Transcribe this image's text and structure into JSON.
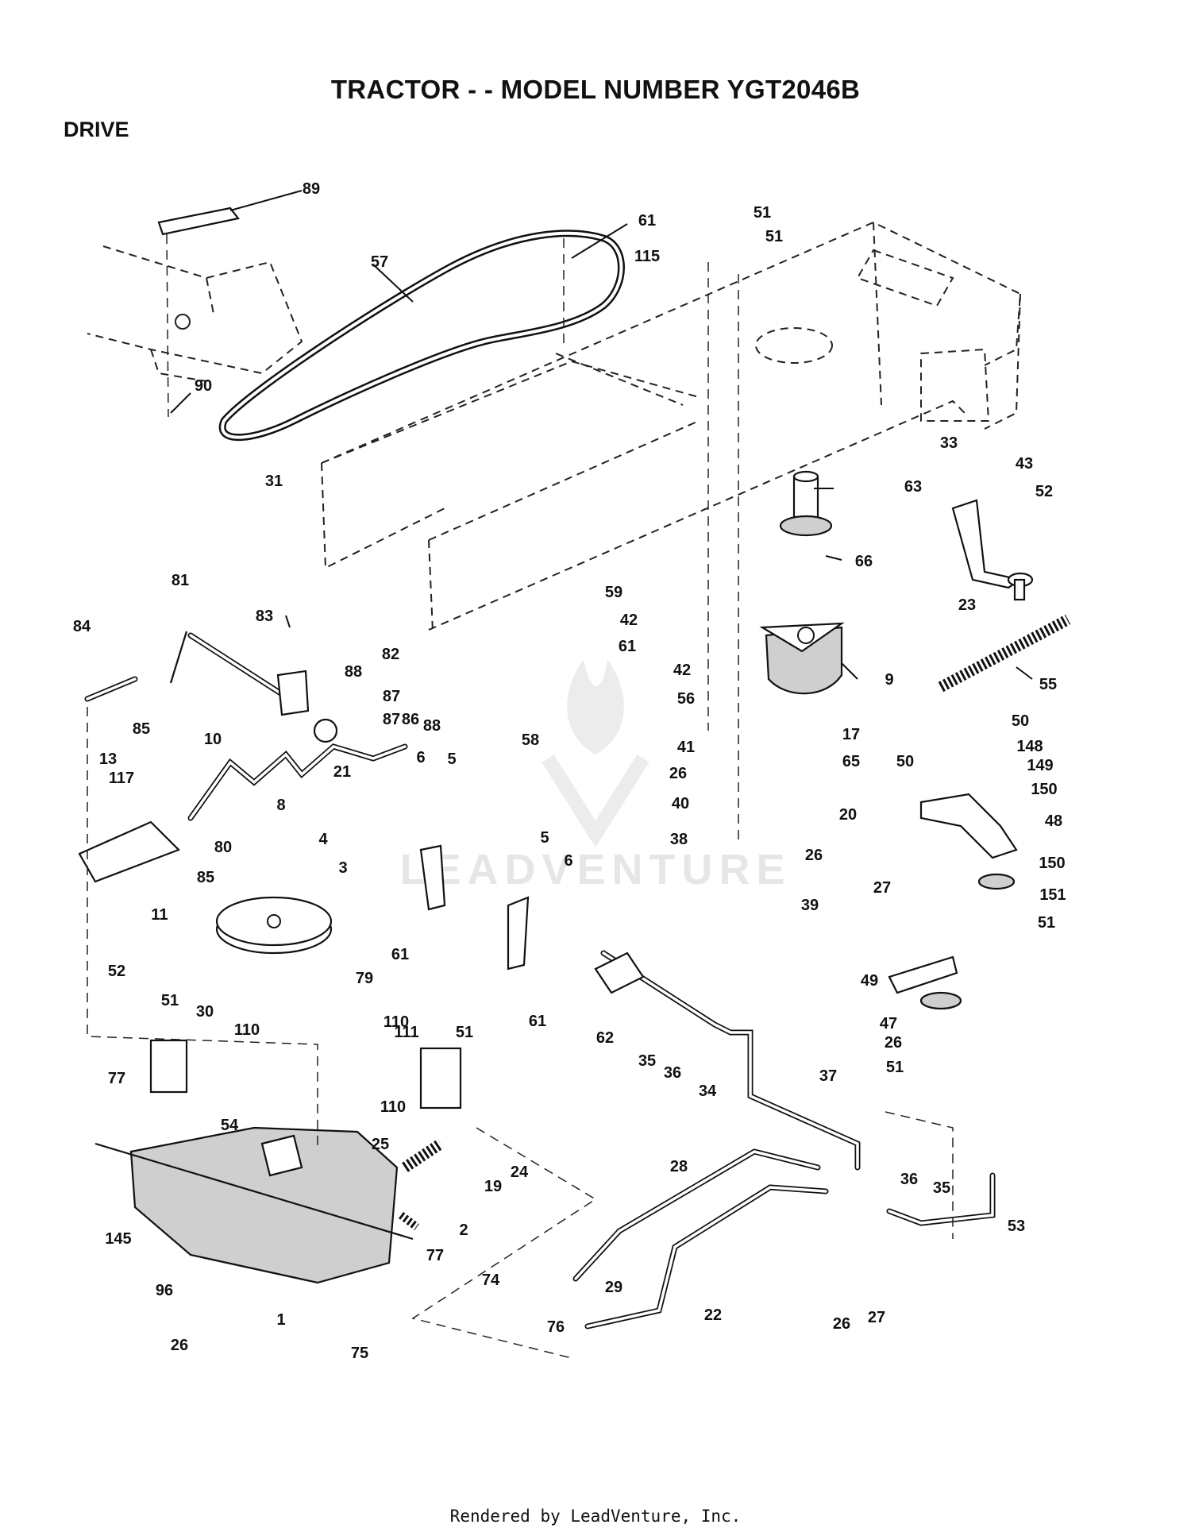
{
  "title": "TRACTOR - - MODEL NUMBER YGT2046B",
  "section": "DRIVE",
  "watermark": "LEADVENTURE",
  "footer": "Rendered by LeadVenture, Inc.",
  "callouts": [
    "89",
    "61",
    "51",
    "51",
    "57",
    "115",
    "90",
    "31",
    "33",
    "43",
    "52",
    "63",
    "66",
    "59",
    "42",
    "61",
    "42",
    "56",
    "81",
    "83",
    "82",
    "84",
    "88",
    "87",
    "86",
    "87",
    "88",
    "9",
    "55",
    "41",
    "17",
    "26",
    "65",
    "85",
    "10",
    "21",
    "13",
    "117",
    "8",
    "40",
    "20",
    "38",
    "26",
    "80",
    "6",
    "5",
    "4",
    "3",
    "85",
    "11",
    "5",
    "6",
    "27",
    "39",
    "61",
    "61",
    "52",
    "79",
    "51",
    "30",
    "110",
    "110",
    "111",
    "51",
    "77",
    "110",
    "54",
    "62",
    "35",
    "36",
    "34",
    "37",
    "25",
    "19",
    "24",
    "28",
    "2",
    "145",
    "77",
    "74",
    "96",
    "76",
    "1",
    "26",
    "29",
    "22",
    "75",
    "26",
    "27",
    "50",
    "148",
    "149",
    "150",
    "50",
    "48",
    "150",
    "151",
    "51",
    "49",
    "47",
    "26",
    "51",
    "36",
    "35",
    "53",
    "23",
    "58"
  ]
}
